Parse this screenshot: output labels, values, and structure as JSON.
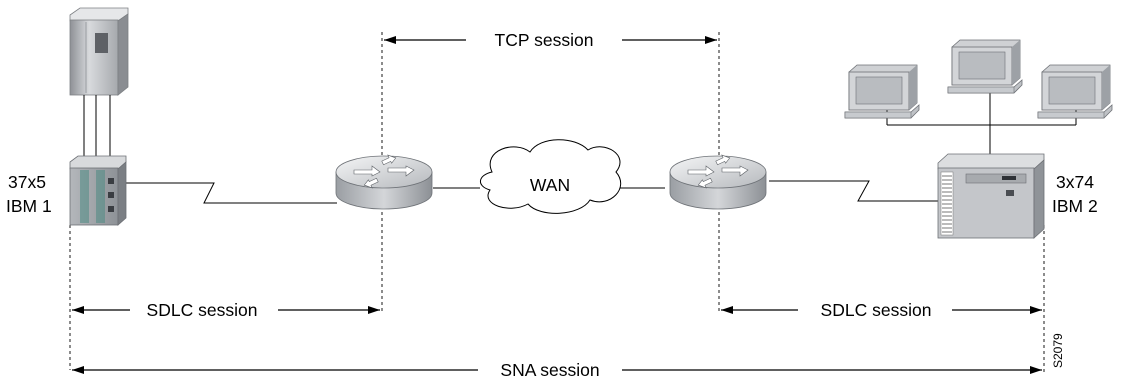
{
  "sessions": {
    "tcp": "TCP session",
    "sdlc_left": "SDLC session",
    "sdlc_right": "SDLC session",
    "sna": "SNA session"
  },
  "devices": {
    "left_model": "37x5",
    "left_name": "IBM 1",
    "right_model": "3x74",
    "right_name": "IBM 2"
  },
  "network": {
    "cloud_label": "WAN"
  },
  "figure_id": "S2079",
  "colors": {
    "host_body": "#c4c6ca",
    "router_body": "#aeb2b7",
    "monitor_screen": "#b9bcc0",
    "line": "#000000"
  }
}
